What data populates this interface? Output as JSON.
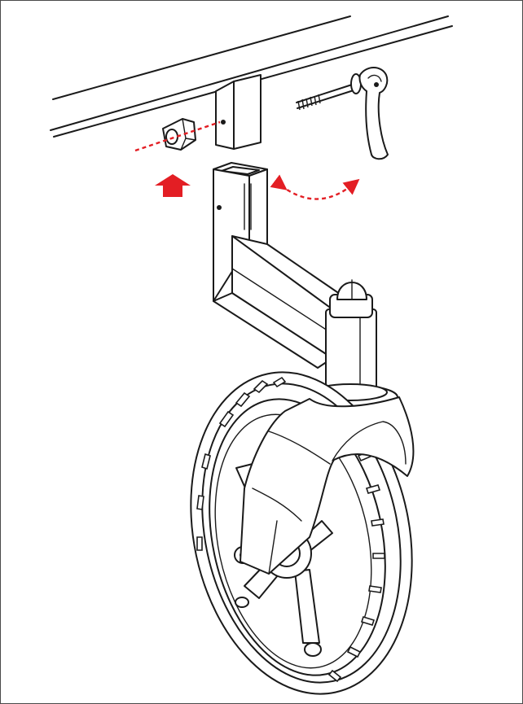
{
  "figure": {
    "colors": {
      "line": "#1a1a1a",
      "accent": "#e31e24",
      "background": "#ffffff",
      "frame": "#4a4a4a"
    },
    "parts": [
      "frame-tube",
      "mounting-bracket",
      "nut-cap",
      "quick-release-skewer",
      "swivel-wheel-mount",
      "front-wheel"
    ],
    "icons": [
      "up-arrow-icon",
      "curved-double-arrow-icon",
      "dashed-guide-line"
    ]
  }
}
